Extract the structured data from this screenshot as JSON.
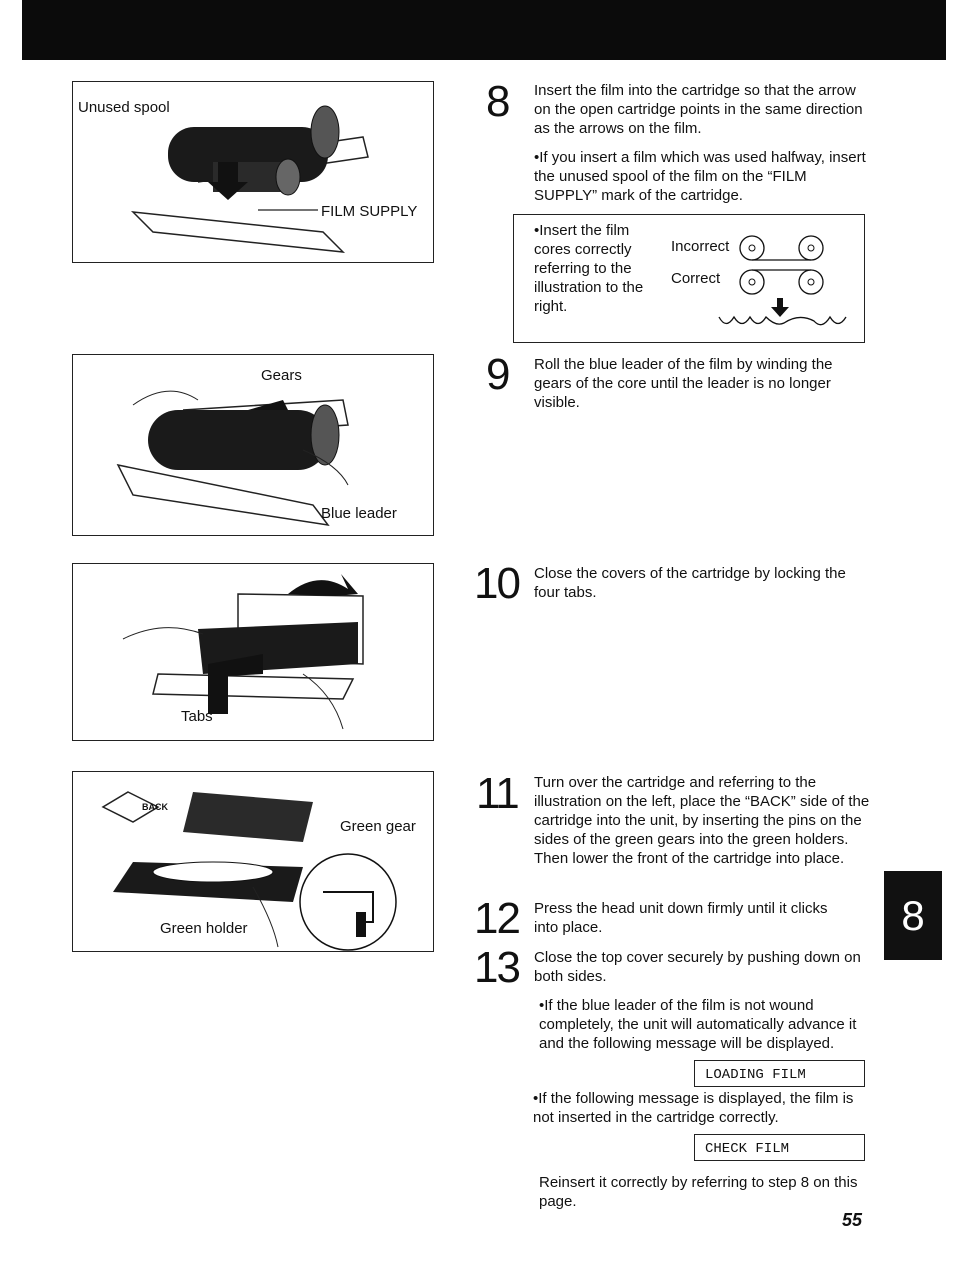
{
  "figures": {
    "fig1": {
      "unused_spool": "Unused spool",
      "film_supply": "FILM SUPPLY"
    },
    "fig2": {
      "gears": "Gears",
      "blue_leader": "Blue leader"
    },
    "fig3": {
      "tabs": "Tabs"
    },
    "fig4": {
      "green_gear": "Green gear",
      "green_holder": "Green holder",
      "back_label": "BACK"
    }
  },
  "steps": {
    "s8": {
      "num": "8",
      "text": "Insert the film into the cartridge so that the arrow on the open cartridge points in the same direction as the arrows on the film.",
      "bullet": "•If you insert a film which was used halfway, insert the unused spool of the film on the “FILM SUPPLY” mark of the cartridge."
    },
    "note": {
      "text": "•Insert the film cores correctly referring to the illustration to the right.",
      "incorrect": "Incorrect",
      "correct": "Correct"
    },
    "s9": {
      "num": "9",
      "text": "Roll the blue leader of the film by winding the gears of the core until the leader is no longer visible."
    },
    "s10": {
      "num": "10",
      "text": "Close the covers of the cartridge by locking the four tabs."
    },
    "s11": {
      "num": "11",
      "text": "Turn over the cartridge and referring to the illustration on the left, place the “BACK” side of the cartridge into the unit, by inserting the pins on the sides of the green gears into the green holders. Then lower the front of the cartridge into place."
    },
    "s12": {
      "num": "12",
      "text": "Press the head unit down firmly until it clicks into place."
    },
    "s13": {
      "num": "13",
      "text": "Close the top cover securely by pushing down on both sides.",
      "bullet1": "•If the blue leader of the film is not wound completely, the unit will automatically advance it and the following message will be displayed.",
      "lcd1": "LOADING FILM",
      "bullet2": "•If the following message is displayed, the film is not inserted in the cartridge correctly.",
      "lcd2": "CHECK FILM",
      "final": "Reinsert it correctly by referring to step 8 on this page."
    }
  },
  "section_tab": "8",
  "page_number": "55"
}
